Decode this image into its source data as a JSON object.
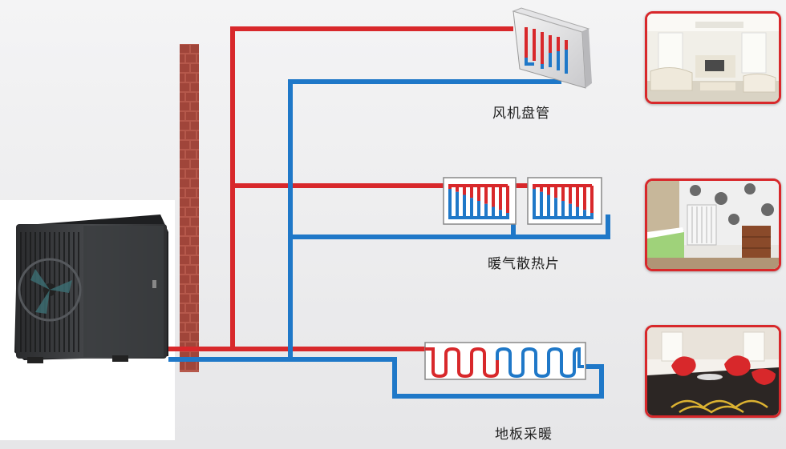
{
  "labels": {
    "fan_coil": "风机盘管",
    "radiator": "暖气散热片",
    "floor_heating": "地板采暖"
  },
  "colors": {
    "supply_pipe": "#d8282b",
    "return_pipe": "#1f78c8",
    "brick": "#a0453a",
    "frame_border": "#d8282b",
    "background": "#eeeeef"
  },
  "icons": {
    "heat_pump": "heat-pump-unit-icon",
    "wall": "brick-wall-icon",
    "fan_coil": "fan-coil-unit-icon",
    "radiator": "radiator-icon",
    "floor_coil": "floor-heating-coil-icon"
  }
}
